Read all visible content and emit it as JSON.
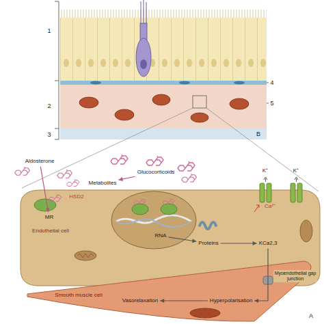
{
  "diagram": {
    "nodes": [
      {
        "text": [
          "Aldosterone"
        ]
      },
      {
        "text": [
          "Glucocorticoids"
        ]
      },
      {
        "text": [
          "Metabolites"
        ]
      },
      {
        "text": [
          "MR"
        ]
      },
      {
        "text": [
          "RNA"
        ]
      },
      {
        "text": [
          "Proteins"
        ]
      },
      {
        "text": [
          "KCa2,3"
        ]
      },
      {
        "text": [
          "Hyperpolarisation"
        ]
      },
      {
        "text": [
          "Vasorelaxation"
        ]
      }
    ],
    "edges": [
      {
        "from": 0,
        "to": 3,
        "arrow": "to"
      },
      {
        "from": 1,
        "to": 2,
        "arrow": "to"
      },
      {
        "from": 4,
        "to": 5,
        "arrow": "to"
      },
      {
        "from": 5,
        "to": 6,
        "arrow": "to"
      },
      {
        "from": 6,
        "to": 7,
        "arrow": "to"
      },
      {
        "from": 7,
        "to": 8,
        "arrow": "to"
      }
    ],
    "labels": [
      "1",
      "2",
      "3",
      "4",
      "5",
      "B",
      "HSD2",
      "Endothelial cell",
      "Ca²⁺",
      "K⁺",
      "K⁺",
      "Myoendothelial gap junction",
      "Smooth muscle cell",
      "A"
    ]
  }
}
